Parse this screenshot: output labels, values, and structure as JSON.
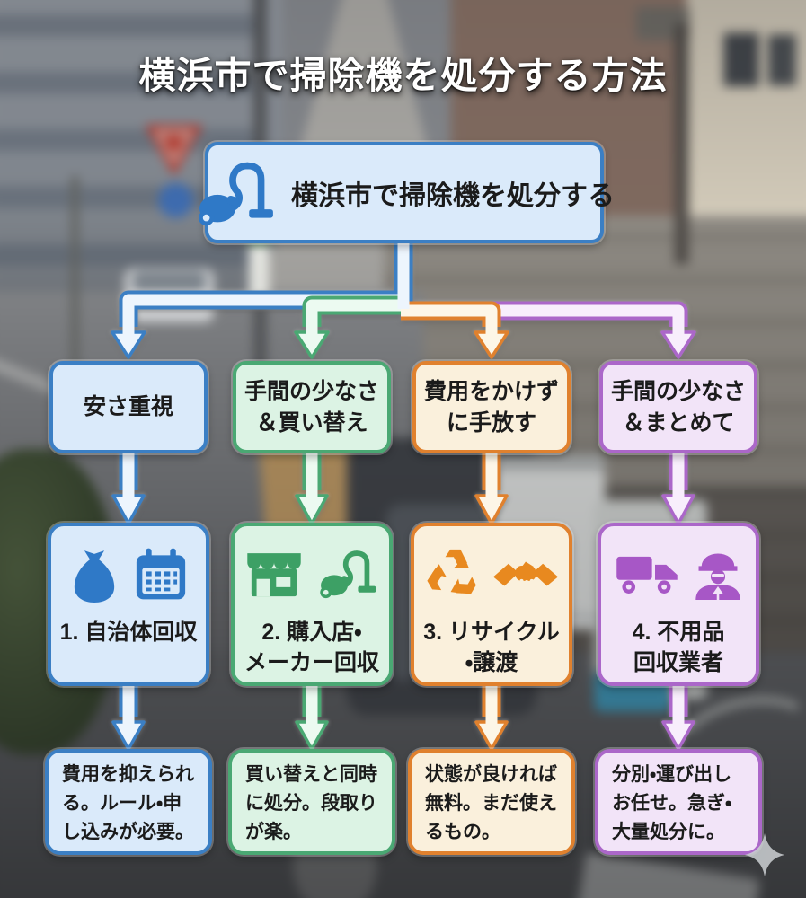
{
  "title": "横浜市で掃除機を処分する方法",
  "root": {
    "label": "横浜市で掃除機を処分する",
    "icon": "vacuum-cleaner-icon"
  },
  "branches": [
    {
      "id": "municipal-collection",
      "criteria": "安さ重視",
      "method": "1. 自治体回収",
      "description": "費用を抑えられる。ルール・申し込みが必要。",
      "icons": [
        "trash-bag-icon",
        "calendar-icon"
      ],
      "colors": {
        "border": "#3b7fc4",
        "fill": "#daeafa",
        "arrow": "#edf5fd",
        "icon": "#2f79c7"
      }
    },
    {
      "id": "retailer-maker-collection",
      "criteria": "手間の少なさ\n＆買い替え",
      "method": "2. 購入店・\nメーカー回収",
      "description": "買い替えと同時に処分。段取りが楽。",
      "icons": [
        "storefront-icon",
        "vacuum-icon"
      ],
      "colors": {
        "border": "#4aa873",
        "fill": "#dcf3e4",
        "arrow": "#ecfaf1",
        "icon": "#3da065"
      }
    },
    {
      "id": "recycle-giveaway",
      "criteria": "費用をかけず\nに手放す",
      "method": "3. リサイクル\n・譲渡",
      "description": "状態が良ければ無料。まだ使えるもの。",
      "icons": [
        "recycle-icon",
        "handshake-icon"
      ],
      "colors": {
        "border": "#e0812e",
        "fill": "#faf0dc",
        "arrow": "#fdf6e7",
        "icon": "#e8891f"
      }
    },
    {
      "id": "junk-removal-service",
      "criteria": "手間の少なさ\n＆まとめて",
      "method": "4. 不用品\n回収業者",
      "description": "分別・運び出しお任せ。急ぎ・大量処分に。",
      "icons": [
        "truck-icon",
        "worker-icon"
      ],
      "colors": {
        "border": "#ab67c9",
        "fill": "#f2e4f8",
        "arrow": "#f8eefc",
        "icon": "#a757c6"
      }
    }
  ],
  "decor": {
    "sparkle": "sparkle-icon"
  }
}
